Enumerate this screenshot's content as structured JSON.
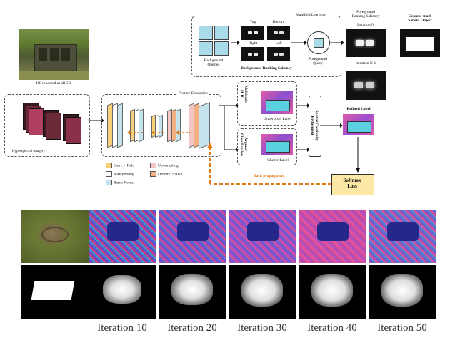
{
  "top": {
    "hs_caption": "HS rendered as sRGB",
    "hyperspectral_label": "Hyperspectral Imagery",
    "feature_extraction_label": "Feature Extraction",
    "manifold_label": "Manifold Learning",
    "background_queries_label": "Background\nQueries",
    "top_label": "Top",
    "bottom_label": "Bottom",
    "right_label": "Right",
    "left_label": "Left",
    "background_saliency_label": "Background Ranking Saliency",
    "foreground_query_label": "Foreground\nQuery",
    "fg_ranking_label": "Foreground\nRanking Saliency",
    "iteration_n_label": "Iteration N",
    "iteration_n1_label": "Iteration N-1",
    "ground_truth_label": "Ground-truth\nSalient Object",
    "multiscale_label": "Multiscale\nSLIC",
    "superpixel_label": "Superpixel Label",
    "argmax_label": "Argmax\nClassification",
    "cluster_label": "Cluster Label",
    "spatial_label": "Spatial Continuity\nRefinement",
    "refined_label": "Refined Label",
    "back_propagation": "Back propagation",
    "softmax_loss": "Softmax\nLoss",
    "legend": {
      "conv_relu": "Conv. + Relu",
      "upsampling": "Up-sampling",
      "max_pooling": "Max-pooling",
      "deconv_relu": "Deconv. + Relu",
      "batch_norm": "Batch Norm."
    }
  },
  "iterations": [
    "Iteration 10",
    "Iteration 20",
    "Iteration 30",
    "Iteration 40",
    "Iteration 50"
  ],
  "colors": {
    "conv": "#f8d27a",
    "upsample": "#f5c6c6",
    "maxpool": "#ffffff",
    "deconv": "#f4b183",
    "batchnorm": "#c5e3ee",
    "loss_box": "#fde9a5",
    "backprop": "#e07b12"
  },
  "icons": [
    "arrow-right-icon",
    "dashed-arrow-icon"
  ]
}
